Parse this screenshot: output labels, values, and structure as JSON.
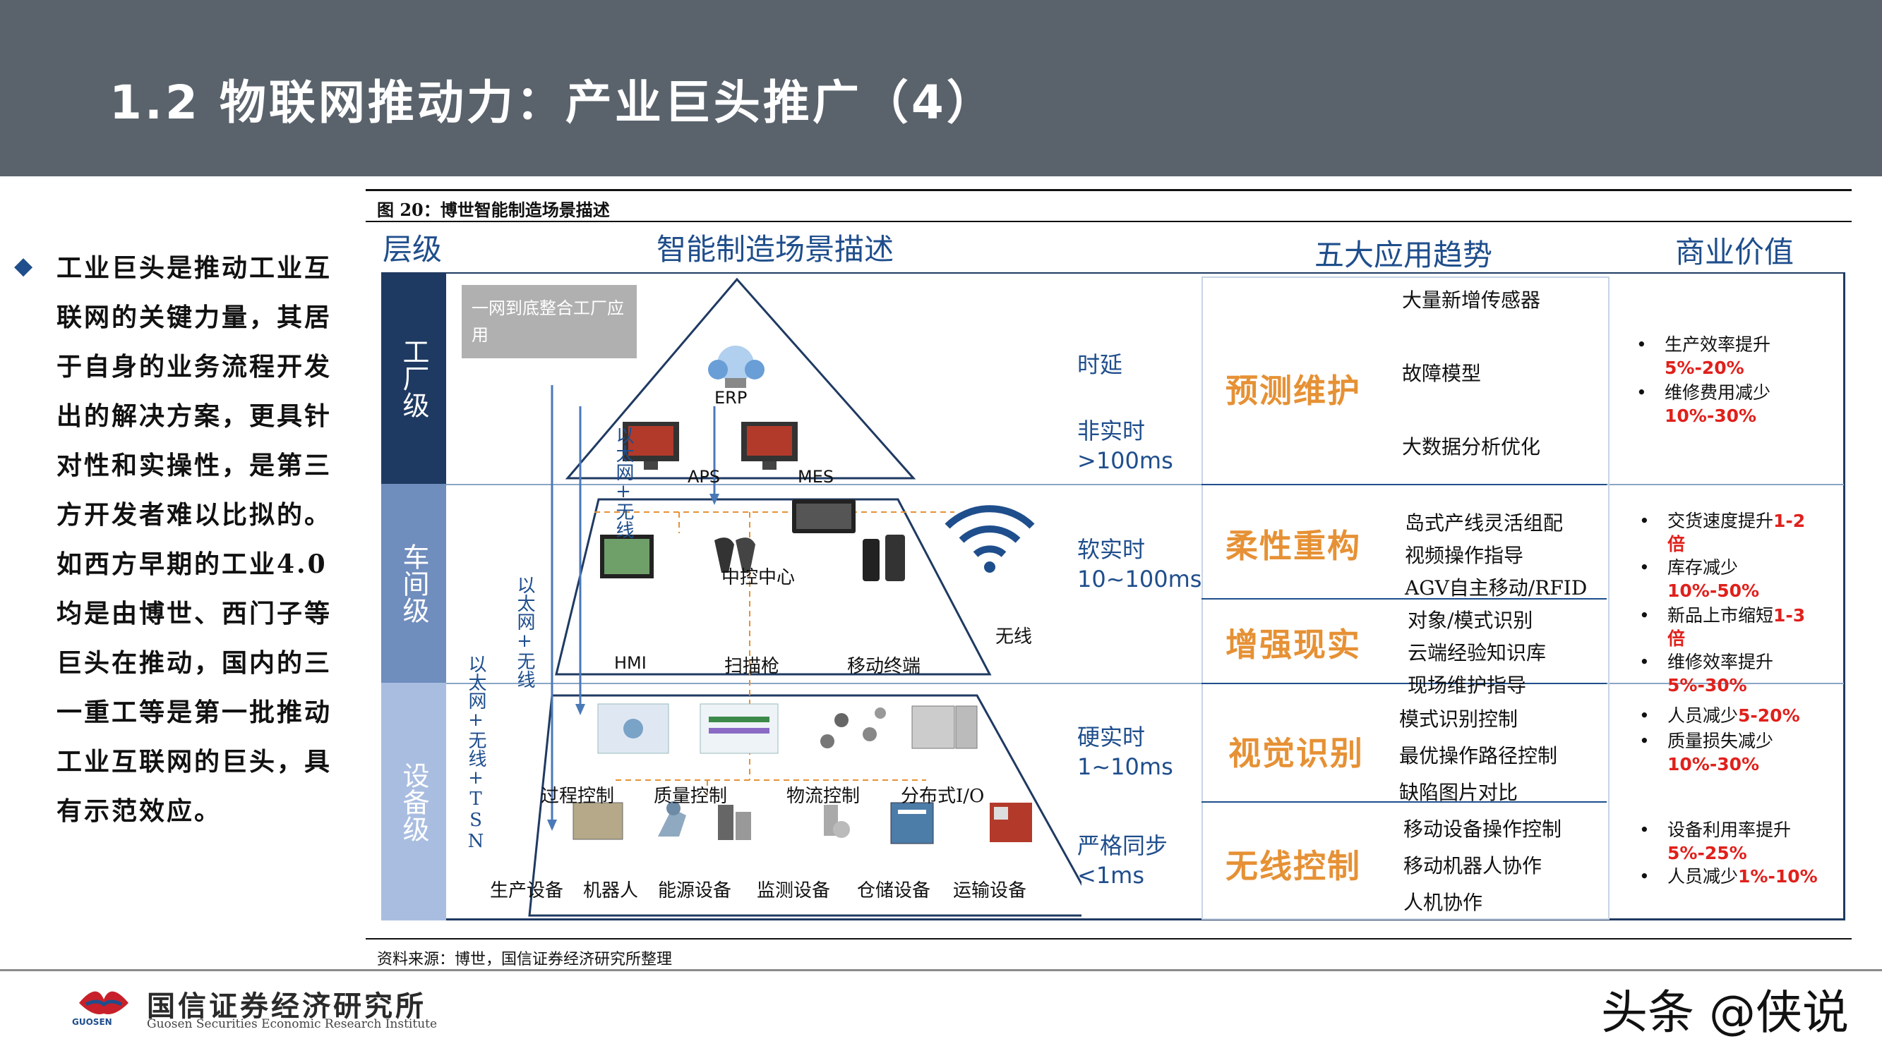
{
  "header": {
    "title": "1.2 物联网推动力：产业巨头推广（4）"
  },
  "left_text": {
    "paragraphs": [
      "工业巨头是推动工业互联网的关键力量，其居于自身的业务流程开发出的解决方案，更具针对性和实操性，是第三方开发者难以比拟的。如西方早期的工业4.0均是由博世、西门子等巨头在推动，国内的三一重工等是第一批推动工业互联网的巨头，具有示范效应。"
    ]
  },
  "figure": {
    "title": "图 20：博世智能制造场景描述",
    "columns": {
      "level": "层级",
      "scene": "智能制造场景描述",
      "trends": "五大应用趋势",
      "value": "商业价值"
    },
    "levels": [
      "工厂级",
      "车间级",
      "设备级"
    ],
    "gray_box": "一网到底整合工厂应用",
    "vertical_labels": {
      "ethernet_wireless_1": "以太网+无线",
      "ethernet_wireless_2": "以太网+无线",
      "ethernet_wireless_tsn": "以太网+无线+TSN"
    },
    "factory_nodes": {
      "erp": "ERP",
      "aps": "APS",
      "mes": "MES"
    },
    "workshop_nodes": {
      "control": "中控中心",
      "hmi": "HMI",
      "scanner": "扫描枪",
      "mobile": "移动终端",
      "wireless": "无线"
    },
    "device_nodes_top": [
      "过程控制",
      "质量控制",
      "物流控制",
      "分布式I/O"
    ],
    "device_nodes_bottom": [
      "生产设备",
      "机器人",
      "能源设备",
      "监测设备",
      "仓储设备",
      "运输设备"
    ],
    "latency": {
      "delay": "时延",
      "non_rt": "非实时",
      "non_rt_v": ">100ms",
      "soft_rt": "软实时",
      "soft_rt_v": "10~100ms",
      "hard_rt": "硬实时",
      "hard_rt_v": "1~10ms",
      "sync": "严格同步",
      "sync_v": "<1ms"
    },
    "trends": [
      {
        "name": "预测维护",
        "items": [
          "大量新增传感器",
          "故障模型",
          "大数据分析优化"
        ]
      },
      {
        "name": "柔性重构",
        "items": [
          "岛式产线灵活组配",
          "视频操作指导",
          "AGV自主移动/RFID"
        ]
      },
      {
        "name": "增强现实",
        "items": [
          "对象/模式识别",
          "云端经验知识库",
          "现场维护指导"
        ]
      },
      {
        "name": "视觉识别",
        "items": [
          "模式识别控制",
          "最优操作路径控制",
          "缺陷图片对比"
        ]
      },
      {
        "name": "无线控制",
        "items": [
          "移动设备操作控制",
          "移动机器人协作",
          "人机协作"
        ]
      }
    ],
    "values": {
      "g1": [
        {
          "text": "生产效率提升",
          "red": "5%-20%"
        },
        {
          "text": "维修费用减少",
          "red": "10%-30%"
        }
      ],
      "g2": [
        {
          "text": "交货速度提升",
          "red": "1-2倍"
        },
        {
          "text": "库存减少",
          "red": "10%-50%"
        },
        {
          "text": "新品上市缩短",
          "red": "1-3倍"
        },
        {
          "text": "维修效率提升",
          "red": "5%-30%"
        }
      ],
      "g3": [
        {
          "text": "人员减少",
          "red": "5-20%"
        },
        {
          "text": "质量损失减少",
          "red": "10%-30%"
        }
      ],
      "g4": [
        {
          "text": "设备利用率提升",
          "red": "5%-25%"
        },
        {
          "text": "人员减少",
          "red": "1%-10%"
        }
      ]
    },
    "source": "资料来源：博世，国信证券经济研究所整理"
  },
  "footer": {
    "org_name": "国信证券经济研究所",
    "org_en": "Guosen Securities Economic Research Institute",
    "logo_tag": "GUOSEN",
    "watermark": "头条 @侠说"
  },
  "colors": {
    "header_bg": "#5a636c",
    "level1": "#1f3a62",
    "level2": "#6f8dbd",
    "level3": "#a9bde0",
    "trend": "#e69135",
    "accent_red": "#e0201b",
    "blue_text": "#1f4e8c"
  }
}
